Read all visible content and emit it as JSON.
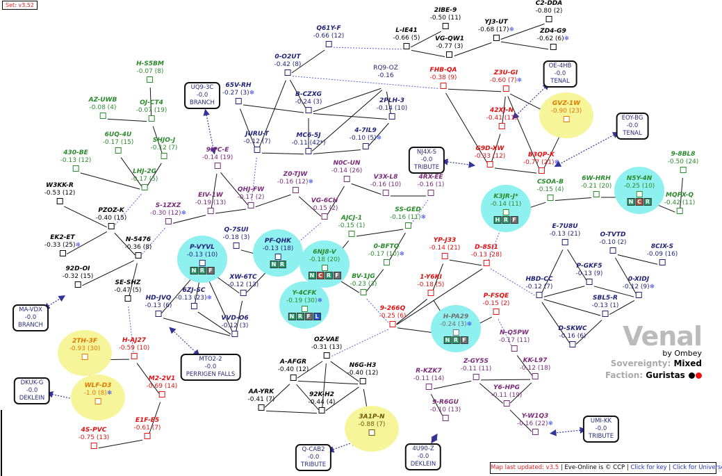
{
  "set_label": "Set: v3.52",
  "colors": {
    "black": "#000000",
    "navy": "#1f1f78",
    "green": "#2a8a2a",
    "purple": "#7a2a7a",
    "red": "#e01010",
    "orange": "#e07800",
    "olive": "#6a5a00",
    "gray": "#707070",
    "line": "#111111",
    "dotted": "#5560dd",
    "arrow": "#333399"
  },
  "legend": {
    "region": "Venal",
    "author": "by Ombey",
    "sov_label": "Sovereignty:",
    "sov_value": "Mixed",
    "faction_label": "Faction:",
    "faction_value": "Guristas",
    "faction_dots": [
      "#000000",
      "#ee1111"
    ]
  },
  "footer": {
    "updated": "Map last updated: v3.5",
    "sep1": " | ",
    "copyright": "Eve-Online is © CCP",
    "sep2": " | ",
    "key_link": "Click for key",
    "sep3": " | ",
    "universe_link": "Click for Universe"
  },
  "badge_colors": {
    "N": "#2a9a6a",
    "R": "#2a9a6a",
    "F": "#707070",
    "C": "#b05040",
    "H": "#2a9a6a",
    "L": "#2255cc"
  },
  "systems": [
    {
      "name": "2IBE-9",
      "sec": "-0.50 (11)",
      "group": "black"
    },
    {
      "name": "L-IE41",
      "sec": "-0.66 (5)",
      "group": "black"
    },
    {
      "name": "VG-QW1",
      "sec": "-0.77 (3)",
      "group": "black"
    },
    {
      "name": "YJ3-UT",
      "sec": "-0.68 (17)",
      "group": "black",
      "ice": true
    },
    {
      "name": "C2-DDA",
      "sec": "-0.80 (2)",
      "group": "black"
    },
    {
      "name": "ZD4-G9",
      "sec": "-0.62 (6)",
      "group": "black",
      "ice": true
    },
    {
      "name": "W3KK-R",
      "sec": "-0.53 (12)",
      "group": "black"
    },
    {
      "name": "PZOZ-K",
      "sec": "-0.40 (15)",
      "group": "black"
    },
    {
      "name": "EK2-ET",
      "sec": "-0.33 (25)",
      "group": "black",
      "ice": true
    },
    {
      "name": "N-5476",
      "sec": "-0.36 (8)",
      "group": "black"
    },
    {
      "name": "92D-OI",
      "sec": "-0.32 (15)",
      "group": "black"
    },
    {
      "name": "SE-SHZ",
      "sec": "-0.47 (5)",
      "group": "black"
    },
    {
      "name": "OZ-VAE",
      "sec": "-0.31 (13)",
      "group": "black"
    },
    {
      "name": "A-AFGR",
      "sec": "-0.40 (12)",
      "group": "black"
    },
    {
      "name": "N6G-H3",
      "sec": "-0.40 (12)",
      "group": "black"
    },
    {
      "name": "AA-YRK",
      "sec": "-0.41 (7)",
      "group": "black"
    },
    {
      "name": "92K-H2",
      "sec": "-0.44 (4)",
      "group": "black"
    },
    {
      "name": "Q61Y-F",
      "sec": "-0.66 (12)",
      "group": "navy"
    },
    {
      "name": "0-O2UT",
      "sec": "-0.42 (8)",
      "group": "navy"
    },
    {
      "name": "65V-RH",
      "sec": "-0.27 (3)",
      "group": "navy",
      "ice": true
    },
    {
      "name": "B-CZXG",
      "sec": "-0.24 (3)",
      "group": "navy"
    },
    {
      "name": "RQ9-OZ",
      "sec": "-0.16",
      "group": "navy",
      "plain": true,
      "nobox": true
    },
    {
      "name": "2PLH-3",
      "sec": "-0.14 (10)",
      "group": "navy"
    },
    {
      "name": "JURU-T",
      "sec": "-0.12 (7)",
      "group": "navy"
    },
    {
      "name": "MC6-5J",
      "sec": "-0.11 (42*)",
      "group": "navy"
    },
    {
      "name": "4-7IL9",
      "sec": "-0.10 (5)",
      "group": "navy",
      "ice": true
    },
    {
      "name": "Q-7SUI",
      "sec": "-0.18 (3)",
      "group": "navy"
    },
    {
      "name": "PF-QHK",
      "sec": "-0.13 (18)",
      "group": "navy",
      "halo": "cyan",
      "badges": [
        "N",
        "R"
      ]
    },
    {
      "name": "P-VYVL",
      "sec": "-0.13 (10)",
      "group": "navy",
      "halo": "cyan",
      "badges": [
        "N",
        "R",
        "F"
      ]
    },
    {
      "name": "XW-6TC",
      "sec": "-0.12 (13)",
      "group": "navy"
    },
    {
      "name": "6ZJ-SC",
      "sec": "-0.13 (23)",
      "group": "navy",
      "ice": true
    },
    {
      "name": "HD-JVQ",
      "sec": "-0.13 (6)",
      "group": "navy"
    },
    {
      "name": "VVD-O6",
      "sec": "-0.12 (3)",
      "group": "navy"
    },
    {
      "name": "E-7U8U",
      "sec": "-0.13 (21)",
      "group": "navy"
    },
    {
      "name": "O-TVTD",
      "sec": "-0.10 (2)",
      "group": "navy"
    },
    {
      "name": "8CIX-S",
      "sec": "-0.09 (16)",
      "group": "navy"
    },
    {
      "name": "P-GKF5",
      "sec": "-0.13 (9)",
      "group": "navy"
    },
    {
      "name": "HBD-CC",
      "sec": "-0.12 (7)",
      "group": "navy"
    },
    {
      "name": "0-XIDJ",
      "sec": "-0.12 (9)",
      "group": "navy",
      "ice": true
    },
    {
      "name": "SBL5-R",
      "sec": "-0.13 (1)",
      "group": "navy"
    },
    {
      "name": "D-SKWC",
      "sec": "-0.16 (6)",
      "group": "navy"
    },
    {
      "name": "H-S5BM",
      "sec": "-0.07 (8)",
      "group": "green"
    },
    {
      "name": "AZ-UWB",
      "sec": "-0.08 (4)",
      "group": "green"
    },
    {
      "name": "OJ-CT4",
      "sec": "-0.07 (19)",
      "group": "green"
    },
    {
      "name": "6UQ-4U",
      "sec": "-0.17 (15)",
      "group": "green"
    },
    {
      "name": "SHJO-J",
      "sec": "-0.12 (7)",
      "group": "green"
    },
    {
      "name": "430-BE",
      "sec": "-0.13 (12)",
      "group": "green"
    },
    {
      "name": "LHJ-2G",
      "sec": "-0.17 (5)",
      "group": "green"
    },
    {
      "name": "9-8BL8",
      "sec": "-0.50 (24)",
      "group": "green"
    },
    {
      "name": "6W-HRH",
      "sec": "-0.21 (20)",
      "group": "green"
    },
    {
      "name": "N5Y-4N",
      "sec": "-0.25 (10)",
      "group": "green",
      "halo": "cyan",
      "badges": [
        "N",
        "C",
        "R"
      ]
    },
    {
      "name": "CSOA-B",
      "sec": "-0.15 (4)",
      "group": "green"
    },
    {
      "name": "MQFX-Q",
      "sec": "-0.42 (11)",
      "group": "green"
    },
    {
      "name": "K3JR-J*",
      "sec": "-0.14 (11)",
      "group": "green",
      "halo": "cyan",
      "badges": [
        "H",
        "R",
        "F"
      ]
    },
    {
      "name": "SS-GED",
      "sec": "-0.16 (11)",
      "group": "green",
      "ice": true
    },
    {
      "name": "AJCJ-1",
      "sec": "-0.15 (1)",
      "group": "green"
    },
    {
      "name": "6NJ8-V",
      "sec": "-0.18 (20)",
      "group": "green",
      "halo": "cyan",
      "badges": [
        "N",
        "C",
        "R",
        "F"
      ]
    },
    {
      "name": "0-BFTQ",
      "sec": "-0.17 (10)",
      "group": "green",
      "ice": true
    },
    {
      "name": "BV-1JG",
      "sec": "-0.23 (3)",
      "group": "green"
    },
    {
      "name": "Y-4CFK",
      "sec": "-0.19 (30)",
      "group": "green",
      "ice": true,
      "halo": "cyan",
      "badges": [
        "N",
        "R",
        "F",
        "L"
      ]
    },
    {
      "name": "9IPC-E",
      "sec": "-0.14 (19)",
      "group": "purple"
    },
    {
      "name": "Z0-TJW",
      "sec": "-0.16 (12)",
      "group": "purple",
      "ice": true
    },
    {
      "name": "N0C-UN",
      "sec": "-0.14 (26)",
      "group": "purple"
    },
    {
      "name": "V3X-L8",
      "sec": "-0.16 (10)",
      "group": "purple"
    },
    {
      "name": "4RX-EE",
      "sec": "-0.16 (1)",
      "group": "purple"
    },
    {
      "name": "EIV-1W",
      "sec": "-0.19 (13)",
      "group": "purple"
    },
    {
      "name": "QHJ-FW",
      "sec": "-0.17 (2)",
      "group": "purple"
    },
    {
      "name": "S-1ZXZ",
      "sec": "-0.30 (12)",
      "group": "purple",
      "ice": true
    },
    {
      "name": "VG-6CH",
      "sec": "-0.15 (2)",
      "group": "purple"
    },
    {
      "name": "N-Q5PW",
      "sec": "-0.17 (11)",
      "group": "purple"
    },
    {
      "name": "Z-GY5S",
      "sec": "-0.11 (11)",
      "group": "purple"
    },
    {
      "name": "R-KZK7",
      "sec": "-0.11 (14)",
      "group": "purple"
    },
    {
      "name": "KK-L97",
      "sec": "-0.12 (18)",
      "group": "purple"
    },
    {
      "name": "Y6-HPG",
      "sec": "-0.11 (19)",
      "group": "purple"
    },
    {
      "name": "9-R6GU",
      "sec": "-0.10 (13)",
      "group": "purple"
    },
    {
      "name": "Y-W1Q3",
      "sec": "-0.16 (22)",
      "group": "purple",
      "ice": true
    },
    {
      "name": "FHB-QA",
      "sec": "-0.38 (9)",
      "group": "red"
    },
    {
      "name": "Z3U-GI",
      "sec": "-0.60 (7)",
      "group": "red",
      "ice": true
    },
    {
      "name": "42XJ-N",
      "sec": "-0.41 (11)",
      "group": "red"
    },
    {
      "name": "G9D-XW",
      "sec": "-0.33 (12)",
      "group": "red"
    },
    {
      "name": "B3QP-K",
      "sec": "-0.77 (21)",
      "group": "red",
      "ice": true
    },
    {
      "name": "YP-J33",
      "sec": "-0.14 (21)",
      "group": "red"
    },
    {
      "name": "D-8SI1",
      "sec": "-0.13 (28)",
      "group": "red"
    },
    {
      "name": "1-Y6KI",
      "sec": "-0.18 (5)",
      "group": "red"
    },
    {
      "name": "P-FSQE",
      "sec": "-0.15 (2)",
      "group": "red"
    },
    {
      "name": "9-266Q",
      "sec": "-0.25 (6)",
      "group": "red"
    },
    {
      "name": "H-PA29",
      "sec": "-0.24 (3)",
      "group": "gray",
      "ice": true,
      "halo": "cyan",
      "badges": [
        "N",
        "R",
        "F"
      ]
    },
    {
      "name": "H-AJ27",
      "sec": "-0.59 (10)",
      "group": "red"
    },
    {
      "name": "M2-2V1",
      "sec": "-0.69 (14)",
      "group": "red"
    },
    {
      "name": "E1F-E5",
      "sec": "-0.61 (7)",
      "group": "red"
    },
    {
      "name": "4S-PVC",
      "sec": "-0.75 (13)",
      "group": "red"
    },
    {
      "name": "GVZ-1W",
      "sec": "-0.90 (23)",
      "group": "orange",
      "halo": "yellow"
    },
    {
      "name": "2TH-3F",
      "sec": "-0.93 (30)",
      "group": "orange",
      "halo": "yellow"
    },
    {
      "name": "WLF-D3",
      "sec": "-1.0 (8)",
      "group": "orange",
      "halo": "yellow",
      "ice": true
    },
    {
      "name": "3A1P-N",
      "sec": "-0.88 (7)",
      "group": "olive",
      "halo": "yellow"
    }
  ],
  "gates": [
    {
      "name": "UQ9-3C",
      "sec": "-0.0",
      "region": "BRANCH"
    },
    {
      "name": "NJ4X-S",
      "sec": "-0.0",
      "region": "TRIBUTE"
    },
    {
      "name": "OE-4HB",
      "sec": "-0.0",
      "region": "TENAL"
    },
    {
      "name": "EOY-BG",
      "sec": "-0.0",
      "region": "TENAL"
    },
    {
      "name": "MA-VDX",
      "sec": "-0.0",
      "region": "BRANCH"
    },
    {
      "name": "MTO2-2",
      "sec": "-0.0",
      "region": "PERRIGEN FALLS"
    },
    {
      "name": "DKUK-G",
      "sec": "-0.0",
      "region": "DEKLEIN"
    },
    {
      "name": "Q-CAB2",
      "sec": "-0.0",
      "region": "TRIBUTE"
    },
    {
      "name": "4U90-Z",
      "sec": "-0.0",
      "region": "DEKLEIN"
    },
    {
      "name": "UMI-KK",
      "sec": "-0.0",
      "region": "TRIBUTE"
    }
  ],
  "edges": [
    [
      "2IBE-9",
      "L-IE41"
    ],
    [
      "L-IE41",
      "VG-QW1"
    ],
    [
      "VG-QW1",
      "YJ3-UT"
    ],
    [
      "YJ3-UT",
      "C2-DDA"
    ],
    [
      "YJ3-UT",
      "ZD4-G9"
    ],
    [
      "Q61Y-F",
      "0-O2UT"
    ],
    [
      "0-O2UT",
      "B-CZXG"
    ],
    [
      "0-O2UT",
      "JURU-T"
    ],
    [
      "65V-RH",
      "B-CZXG"
    ],
    [
      "65V-RH",
      "JURU-T"
    ],
    [
      "B-CZXG",
      "RQ9-OZ"
    ],
    [
      "B-CZXG",
      "2PLH-3"
    ],
    [
      "B-CZXG",
      "MC6-5J"
    ],
    [
      "RQ9-OZ",
      "MC6-5J"
    ],
    [
      "RQ9-OZ",
      "2PLH-3"
    ],
    [
      "2PLH-3",
      "4-7IL9"
    ],
    [
      "MC6-5J",
      "4-7IL9"
    ],
    [
      "JURU-T",
      "MC6-5J"
    ],
    [
      "FHB-QA",
      "Z3U-GI"
    ],
    [
      "FHB-QA",
      "G9D-XW"
    ],
    [
      "Z3U-GI",
      "42XJ-N"
    ],
    [
      "Z3U-GI",
      "GVZ-1W"
    ],
    [
      "Z3U-GI",
      "B3QP-K"
    ],
    [
      "42XJ-N",
      "G9D-XW"
    ],
    [
      "G9D-XW",
      "B3QP-K"
    ],
    [
      "GVZ-1W",
      "B3QP-K"
    ],
    [
      "H-S5BM",
      "OJ-CT4"
    ],
    [
      "AZ-UWB",
      "OJ-CT4"
    ],
    [
      "OJ-CT4",
      "SHJO-J"
    ],
    [
      "SHJO-J",
      "LHJ-2G"
    ],
    [
      "6UQ-4U",
      "LHJ-2G"
    ],
    [
      "430-BE",
      "LHJ-2G"
    ],
    [
      "9IPC-E",
      "EIV-1W"
    ],
    [
      "9IPC-E",
      "QHJ-FW"
    ],
    [
      "EIV-1W",
      "QHJ-FW"
    ],
    [
      "S-1ZXZ",
      "EIV-1W"
    ],
    [
      "QHJ-FW",
      "Z0-TJW"
    ],
    [
      "Z0-TJW",
      "VG-6CH"
    ],
    [
      "VG-6CH",
      "N0C-UN"
    ],
    [
      "N0C-UN",
      "V3X-L8"
    ],
    [
      "V3X-L8",
      "4RX-EE"
    ],
    [
      "W3KK-R",
      "PZOZ-K"
    ],
    [
      "PZOZ-K",
      "EK2-ET"
    ],
    [
      "PZOZ-K",
      "N-5476"
    ],
    [
      "N-5476",
      "92D-OI"
    ],
    [
      "N-5476",
      "SE-SHZ"
    ],
    [
      "AJCJ-1",
      "SS-GED"
    ],
    [
      "AJCJ-1",
      "6NJ8-V"
    ],
    [
      "SS-GED",
      "0-BFTQ"
    ],
    [
      "0-BFTQ",
      "BV-1JG"
    ],
    [
      "6NJ8-V",
      "BV-1JG"
    ],
    [
      "6NJ8-V",
      "Y-4CFK"
    ],
    [
      "Q-7SUI",
      "PF-QHK"
    ],
    [
      "PF-QHK",
      "XW-6TC"
    ],
    [
      "P-VYVL",
      "HD-JVQ"
    ],
    [
      "P-VYVL",
      "6ZJ-SC"
    ],
    [
      "P-VYVL",
      "XW-6TC"
    ],
    [
      "P-VYVL",
      "VVD-O6"
    ],
    [
      "6ZJ-SC",
      "VVD-O6"
    ],
    [
      "HD-JVQ",
      "VVD-O6"
    ],
    [
      "XW-6TC",
      "VVD-O6"
    ],
    [
      "9-266Q",
      "1-Y6KI"
    ],
    [
      "9-266Q",
      "D-8SI1"
    ],
    [
      "9-266Q",
      "H-PA29"
    ],
    [
      "1-Y6KI",
      "YP-J33"
    ],
    [
      "YP-J33",
      "D-8SI1"
    ],
    [
      "1-Y6KI",
      "H-PA29"
    ],
    [
      "H-PA29",
      "P-FSQE"
    ],
    [
      "CSOA-B",
      "6W-HRH"
    ],
    [
      "6W-HRH",
      "N5Y-4N"
    ],
    [
      "N5Y-4N",
      "MQFX-Q"
    ],
    [
      "MQFX-Q",
      "9-8BL8"
    ],
    [
      "K3JR-J*",
      "CSOA-B"
    ],
    [
      "E-7U8U",
      "HBD-CC"
    ],
    [
      "E-7U8U",
      "P-GKF5"
    ],
    [
      "HBD-CC",
      "P-GKF5"
    ],
    [
      "P-GKF5",
      "0-XIDJ"
    ],
    [
      "HBD-CC",
      "SBL5-R"
    ],
    [
      "HBD-CC",
      "D-SKWC"
    ],
    [
      "D-SKWC",
      "SBL5-R"
    ],
    [
      "SBL5-R",
      "0-XIDJ"
    ],
    [
      "0-XIDJ",
      "O-TVTD"
    ],
    [
      "O-TVTD",
      "8CIX-S"
    ],
    [
      "OZ-VAE",
      "A-AFGR"
    ],
    [
      "OZ-VAE",
      "N6G-H3"
    ],
    [
      "OZ-VAE",
      "92K-H2"
    ],
    [
      "A-AFGR",
      "N6G-H3"
    ],
    [
      "A-AFGR",
      "AA-YRK"
    ],
    [
      "A-AFGR",
      "92K-H2"
    ],
    [
      "N6G-H3",
      "92K-H2"
    ],
    [
      "AA-YRK",
      "92K-H2"
    ],
    [
      "N6G-H3",
      "3A1P-N"
    ],
    [
      "2TH-3F",
      "H-AJ27"
    ],
    [
      "2TH-3F",
      "WLF-D3"
    ],
    [
      "H-AJ27",
      "M2-2V1"
    ],
    [
      "M2-2V1",
      "E1F-E5"
    ],
    [
      "E1F-E5",
      "4S-PVC"
    ],
    [
      "N-Q5PW",
      "KK-L97"
    ],
    [
      "Z-GY5S",
      "KK-L97"
    ],
    [
      "Z-GY5S",
      "R-KZK7"
    ],
    [
      "Z-GY5S",
      "Y6-HPG"
    ],
    [
      "KK-L97",
      "Y6-HPG"
    ],
    [
      "Y6-HPG",
      "Y-W1Q3"
    ],
    [
      "R-KZK7",
      "9-R6GU"
    ]
  ],
  "dotted_edges": [
    [
      "Q61Y-F",
      "L-IE41"
    ],
    [
      "0-O2UT",
      "FHB-QA"
    ],
    [
      "LHJ-2G",
      "PZOZ-K"
    ],
    [
      "S-1ZXZ",
      "N-5476"
    ],
    [
      "JURU-T",
      "QHJ-FW"
    ],
    [
      "VG-6CH",
      "PF-QHK"
    ],
    [
      "4RX-EE",
      "SS-GED"
    ],
    [
      "BV-1JG",
      "9-266Q"
    ],
    [
      "9-266Q",
      "OZ-VAE"
    ],
    [
      "K3JR-J*",
      "D-8SI1"
    ],
    [
      "D-8SI1",
      "HBD-CC"
    ],
    [
      "P-FSQE",
      "N-Q5PW"
    ],
    [
      "SE-SHZ",
      "H-AJ27"
    ]
  ],
  "region_jumps": [
    [
      "UQ9-3C",
      "9IPC-E"
    ],
    [
      "NJ4X-S",
      "G9D-XW"
    ],
    [
      "OE-4HB",
      "42XJ-N"
    ],
    [
      "EOY-BG",
      "B3QP-K"
    ],
    [
      "MA-VDX",
      "92D-OI"
    ],
    [
      "MTO2-2",
      "HD-JVQ"
    ],
    [
      "DKUK-G",
      "WLF-D3"
    ],
    [
      "Q-CAB2",
      "3A1P-N"
    ],
    [
      "4U90-Z",
      "9-R6GU"
    ],
    [
      "UMI-KK",
      "Y-W1Q3"
    ]
  ]
}
